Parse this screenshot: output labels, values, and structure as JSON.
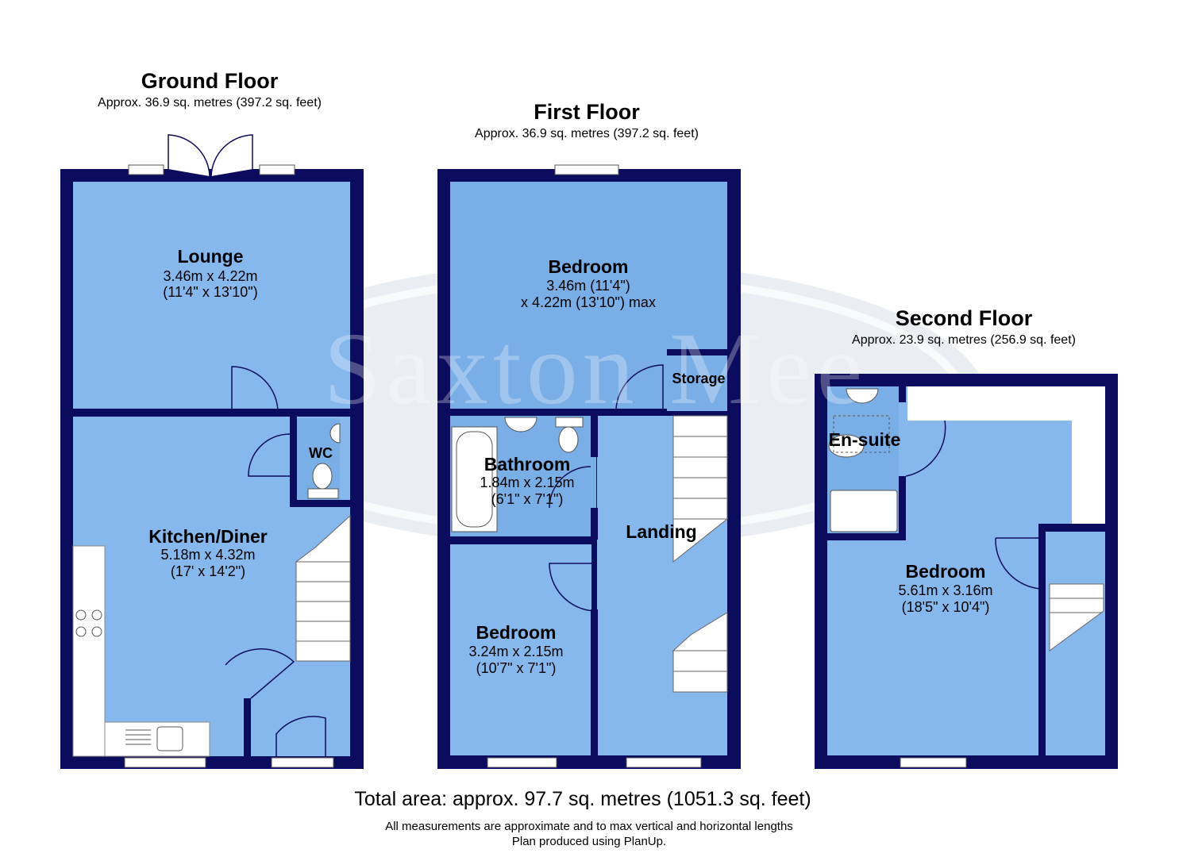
{
  "floors": {
    "ground": {
      "title": "Ground Floor",
      "area": "Approx. 36.9 sq. metres (397.2 sq. feet)",
      "rooms": {
        "lounge": {
          "name": "Lounge",
          "dim1": "3.46m x 4.22m",
          "dim2": "(11'4\" x 13'10\")"
        },
        "wc": {
          "name": "WC"
        },
        "kitchen": {
          "name": "Kitchen/Diner",
          "dim1": "5.18m x 4.32m",
          "dim2": "(17' x 14'2\")"
        }
      }
    },
    "first": {
      "title": "First Floor",
      "area": "Approx. 36.9 sq. metres (397.2 sq. feet)",
      "rooms": {
        "bedroom1": {
          "name": "Bedroom",
          "dim1": "3.46m (11'4\")",
          "dim2": "x 4.22m (13'10\") max"
        },
        "storage": {
          "name": "Storage"
        },
        "bathroom": {
          "name": "Bathroom",
          "dim1": "1.84m x 2.15m",
          "dim2": "(6'1\" x 7'1\")"
        },
        "landing": {
          "name": "Landing"
        },
        "bedroom2": {
          "name": "Bedroom",
          "dim1": "3.24m x 2.15m",
          "dim2": "(10'7\" x 7'1\")"
        }
      }
    },
    "second": {
      "title": "Second Floor",
      "area": "Approx. 23.9 sq. metres (256.9 sq. feet)",
      "rooms": {
        "ensuite": {
          "name": "En-suite"
        },
        "bedroom": {
          "name": "Bedroom",
          "dim1": "5.61m x 3.16m",
          "dim2": "(18'5\" x 10'4\")"
        }
      }
    }
  },
  "total_area": "Total area: approx. 97.7 sq. metres (1051.3 sq. feet)",
  "notes": {
    "line1": "All measurements are approximate and to max vertical and horizontal lengths",
    "line2": "Plan produced using PlanUp."
  },
  "watermark": "Saxton Mee",
  "colors": {
    "wall": "#0c0c5e",
    "room": "#86b8ee",
    "room_alt": "#7aaee6",
    "fixture": "#ffffff"
  }
}
